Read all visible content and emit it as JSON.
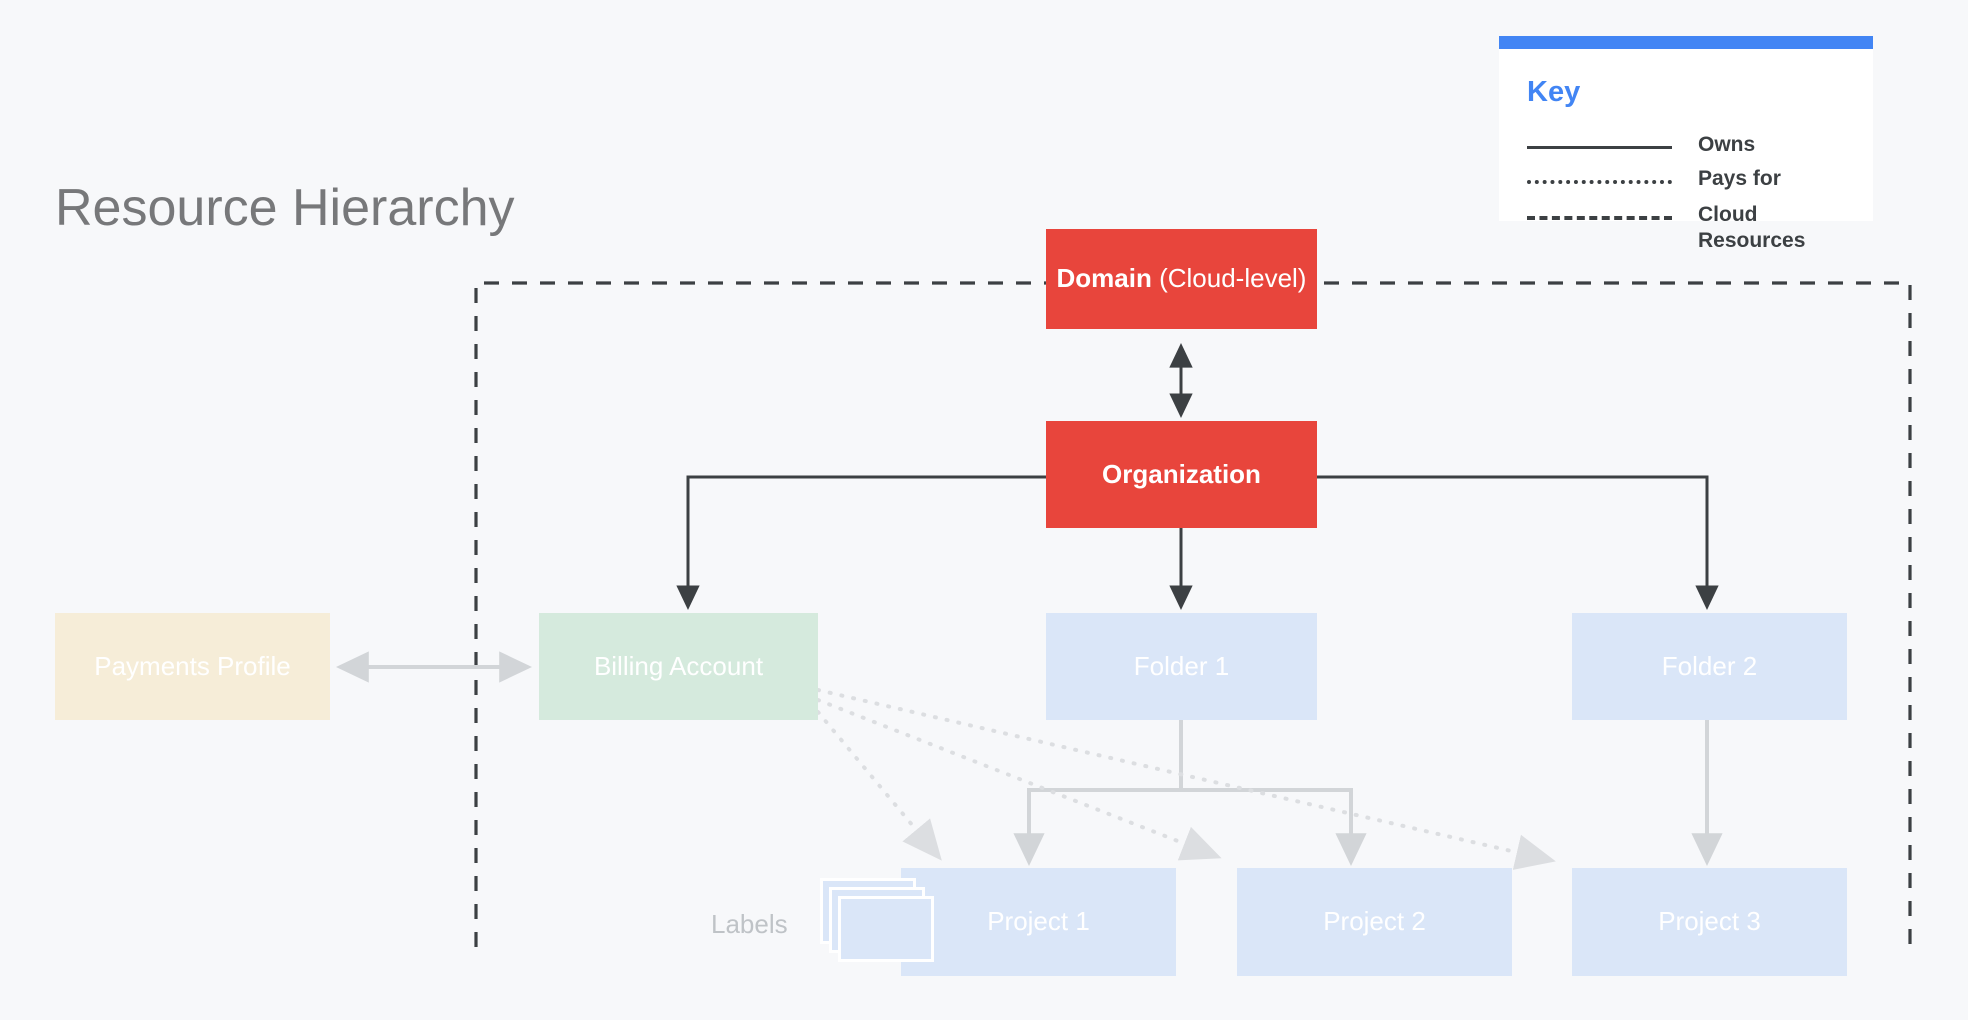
{
  "page": {
    "title": "Resource Hierarchy",
    "background_color": "#F7F8FA",
    "title_color": "#77787A"
  },
  "legend": {
    "heading": "Key",
    "accent_color": "#4285F4",
    "items": [
      {
        "style": "solid",
        "label": "Owns"
      },
      {
        "style": "dotted",
        "label": "Pays for"
      },
      {
        "style": "dashed",
        "label": "Cloud Resources"
      }
    ]
  },
  "diagram": {
    "boundary": {
      "name": "cloud-resources-boundary",
      "style": "dashed",
      "color": "#3C4043"
    },
    "nodes": {
      "domain": {
        "label_bold": "Domain",
        "label_rest": " (Cloud-level)",
        "color": "#E8453C",
        "text_color": "#FFFFFF"
      },
      "organization": {
        "label": "Organization",
        "color": "#E8453C",
        "text_color": "#FFFFFF"
      },
      "payments_profile": {
        "label": "Payments Profile",
        "color": "#F6EDD8",
        "text_color": "#FFFFFF"
      },
      "billing_account": {
        "label": "Billing Account",
        "color": "#D5EADD",
        "text_color": "#FFFFFF"
      },
      "folder_1": {
        "label": "Folder 1",
        "color": "#DAE6F8",
        "text_color": "#FFFFFF"
      },
      "folder_2": {
        "label": "Folder 2",
        "color": "#DAE6F8",
        "text_color": "#FFFFFF"
      },
      "project_1": {
        "label": "Project 1",
        "color": "#DAE6F8",
        "text_color": "#FFFFFF"
      },
      "project_2": {
        "label": "Project 2",
        "color": "#DAE6F8",
        "text_color": "#FFFFFF"
      },
      "project_3": {
        "label": "Project 3",
        "color": "#DAE6F8",
        "text_color": "#FFFFFF"
      },
      "labels": {
        "label": "Labels",
        "color": "#DAE6F8",
        "text_color": "#BFC3C7"
      }
    },
    "edges": [
      {
        "from": "domain",
        "to": "organization",
        "style": "solid",
        "arrows": "both",
        "relation": "Owns"
      },
      {
        "from": "organization",
        "to": "billing_account",
        "style": "solid",
        "arrows": "to",
        "relation": "Owns"
      },
      {
        "from": "organization",
        "to": "folder_1",
        "style": "solid",
        "arrows": "to",
        "relation": "Owns"
      },
      {
        "from": "organization",
        "to": "folder_2",
        "style": "solid",
        "arrows": "to",
        "relation": "Owns"
      },
      {
        "from": "payments_profile",
        "to": "billing_account",
        "style": "solid",
        "arrows": "both",
        "relation": "Owns"
      },
      {
        "from": "folder_1",
        "to": "project_1",
        "style": "solid",
        "arrows": "to",
        "relation": "Owns"
      },
      {
        "from": "folder_1",
        "to": "project_2",
        "style": "solid",
        "arrows": "to",
        "relation": "Owns"
      },
      {
        "from": "folder_2",
        "to": "project_3",
        "style": "solid",
        "arrows": "to",
        "relation": "Owns"
      },
      {
        "from": "billing_account",
        "to": "project_1",
        "style": "dotted",
        "arrows": "to",
        "relation": "Pays for"
      },
      {
        "from": "billing_account",
        "to": "project_2",
        "style": "dotted",
        "arrows": "to",
        "relation": "Pays for"
      },
      {
        "from": "billing_account",
        "to": "project_3",
        "style": "dotted",
        "arrows": "to",
        "relation": "Pays for"
      }
    ]
  }
}
